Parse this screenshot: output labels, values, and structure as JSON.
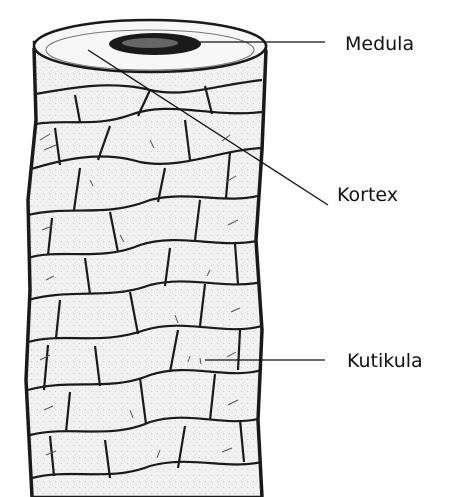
{
  "diagram": {
    "labels": {
      "medula": "Medula",
      "kortex": "Kortex",
      "kutikula": "Kutikula"
    },
    "colors": {
      "ink": "#1a1a1a",
      "paper": "#f4f4f4",
      "shade": "#cfcfcf"
    }
  }
}
